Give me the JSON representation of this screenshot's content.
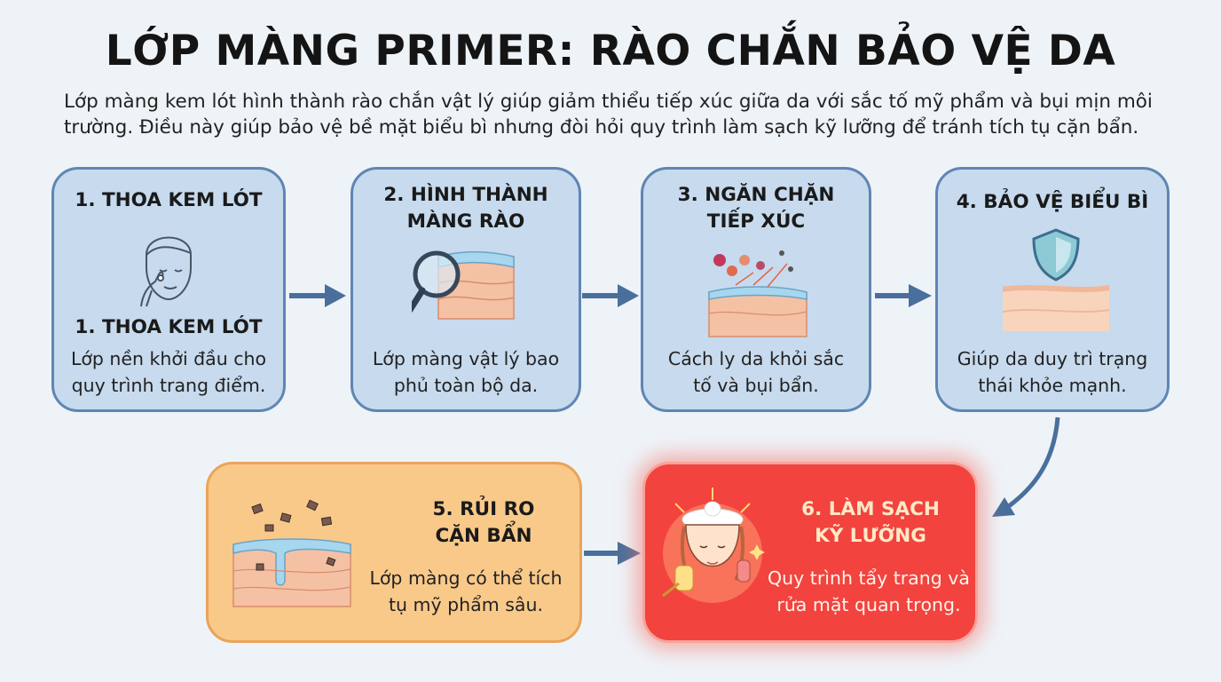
{
  "title": "LỚP MÀNG PRIMER: RÀO CHẮN BẢO VỆ DA",
  "subtitle_line1": "Lớp màng kem lót hình thành rào chắn vật lý giúp giảm thiểu tiếp xúc giữa da với sắc tố mỹ phẩm và bụi mịn môi",
  "subtitle_line2": "trường. Điều này giúp bảo vệ bề mặt biểu bì nhưng đòi hỏi quy trình làm sạch kỹ lưỡng để tránh tích tụ cặn bẩn.",
  "steps": [
    {
      "heading": "1. THOA KEM LÓT",
      "subheading": "1. THOA KEM LÓT",
      "desc_line1": "Lớp nền khởi đầu cho",
      "desc_line2": "quy trình trang điểm.",
      "icon": "face-applying-cream-icon"
    },
    {
      "heading_line1": "2. HÌNH THÀNH",
      "heading_line2": "MÀNG RÀO",
      "desc_line1": "Lớp màng vật lý bao",
      "desc_line2": "phủ toàn bộ da.",
      "icon": "magnifier-skin-layer-icon"
    },
    {
      "heading_line1": "3. NGĂN CHẶN",
      "heading_line2": "TIẾP XÚC",
      "desc_line1": "Cách ly da khỏi sắc",
      "desc_line2": "tố và bụi bẩn.",
      "icon": "particles-blocked-icon"
    },
    {
      "heading": "4. BẢO VỆ BIỂU BÌ",
      "desc_line1": "Giúp da duy trì trạng",
      "desc_line2": "thái khỏe mạnh.",
      "icon": "shield-skin-icon"
    },
    {
      "heading_line1": "5. RỦI RO",
      "heading_line2": "CẶN BẨN",
      "desc_line1": "Lớp màng có thể tích",
      "desc_line2": "tụ mỹ phẩm sâu.",
      "icon": "clogged-skin-icon"
    },
    {
      "heading_line1": "6. LÀM SẠCH",
      "heading_line2": "KỸ LƯỠNG",
      "desc_line1": "Quy trình tẩy trang và",
      "desc_line2": "rửa mặt quan trọng.",
      "icon": "face-washing-icon"
    }
  ],
  "colors": {
    "blue_fill": "#c7daee",
    "blue_border": "#5f86b3",
    "orange_fill": "#f9c98a",
    "red_fill": "#f2433f",
    "arrow": "#4a6f9c"
  }
}
